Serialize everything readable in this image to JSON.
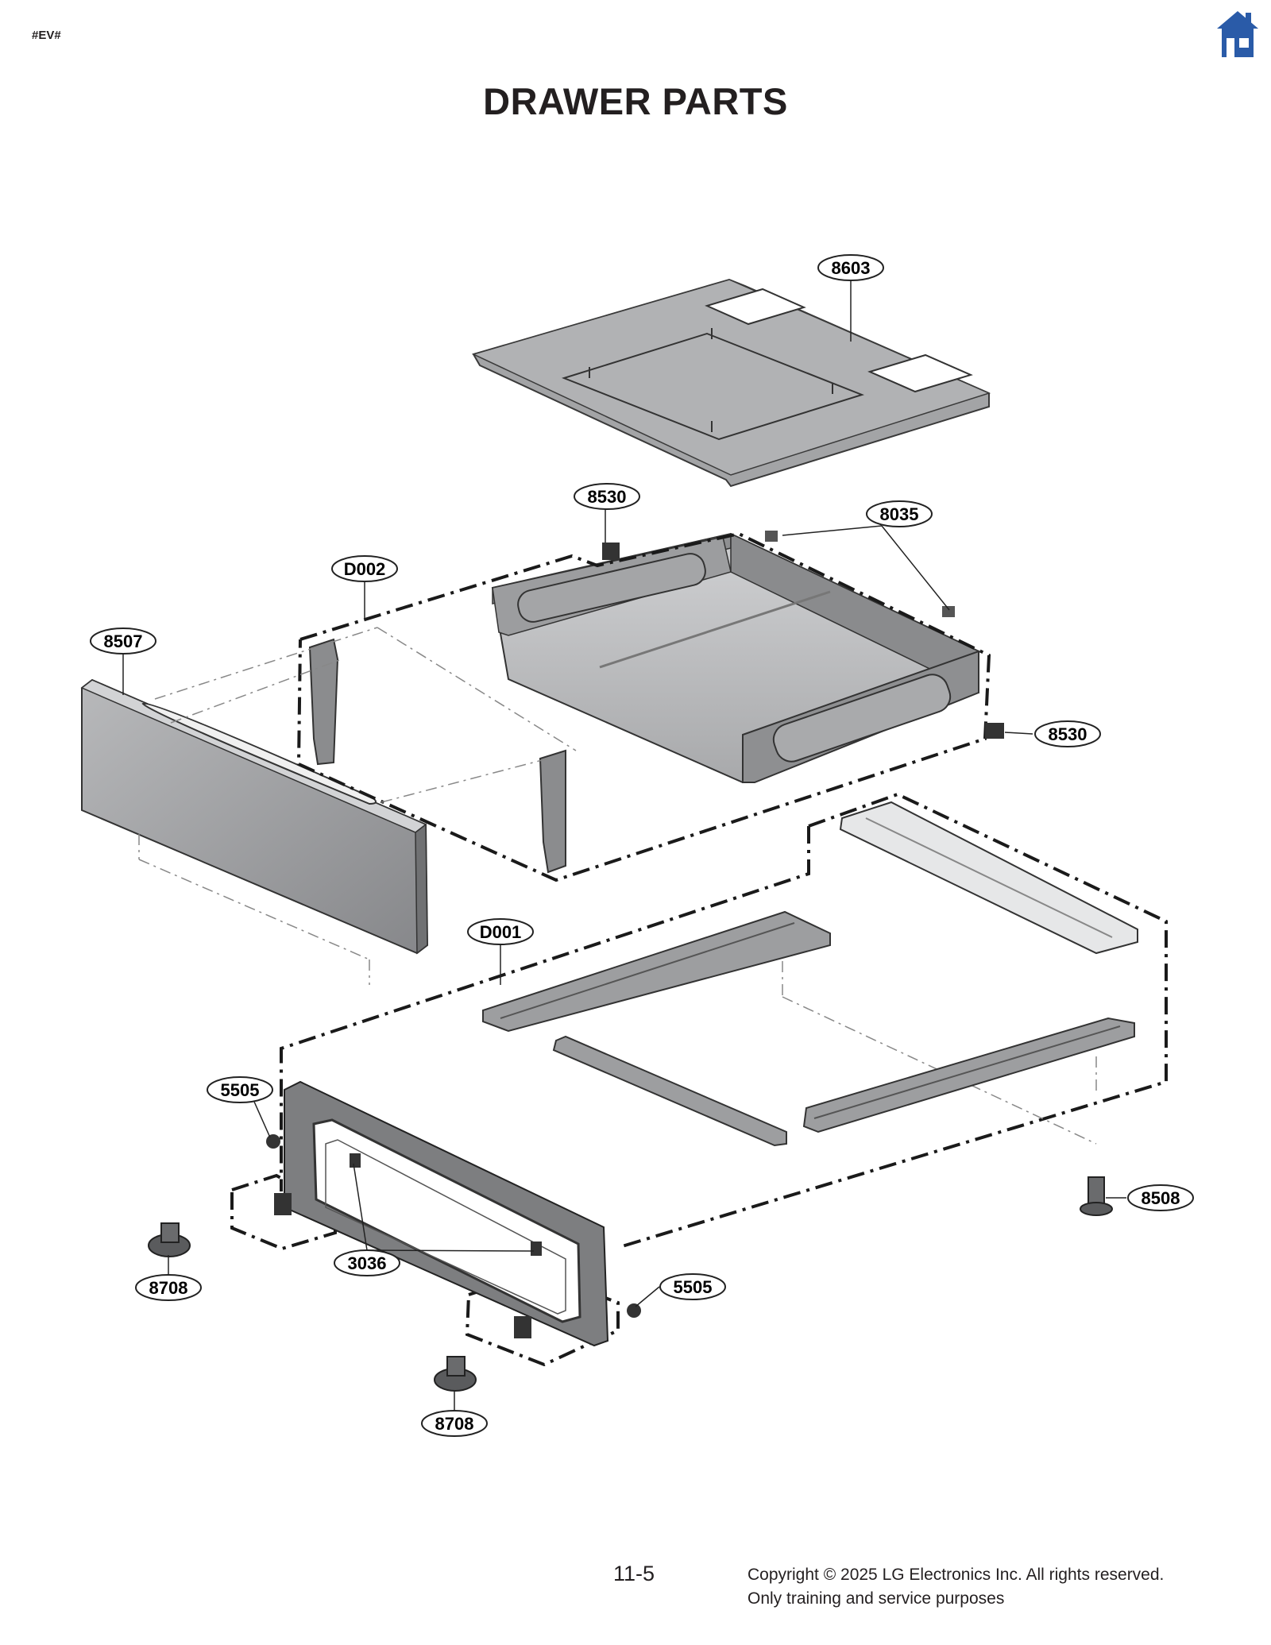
{
  "header": {
    "corner_tag": "#EV#",
    "title": "DRAWER PARTS"
  },
  "icons": {
    "home": "home-icon"
  },
  "colors": {
    "home_icon": "#2a5ba8",
    "text": "#231f20",
    "part_gray": "#9a9b9d"
  },
  "callouts": [
    {
      "id": "8603",
      "label": "8603"
    },
    {
      "id": "8530-top",
      "label": "8530"
    },
    {
      "id": "8035",
      "label": "8035"
    },
    {
      "id": "D002",
      "label": "D002"
    },
    {
      "id": "8507",
      "label": "8507"
    },
    {
      "id": "8530-right",
      "label": "8530"
    },
    {
      "id": "D001",
      "label": "D001"
    },
    {
      "id": "5505-left",
      "label": "5505"
    },
    {
      "id": "3036",
      "label": "3036"
    },
    {
      "id": "5505-right",
      "label": "5505"
    },
    {
      "id": "8708-left",
      "label": "8708"
    },
    {
      "id": "8508",
      "label": "8508"
    },
    {
      "id": "8708-bottom",
      "label": "8708"
    }
  ],
  "footer": {
    "page_number": "11-5",
    "copyright_line1": "Copyright © 2025 LG Electronics Inc. All rights reserved.",
    "copyright_line2": "Only training and service purposes"
  }
}
